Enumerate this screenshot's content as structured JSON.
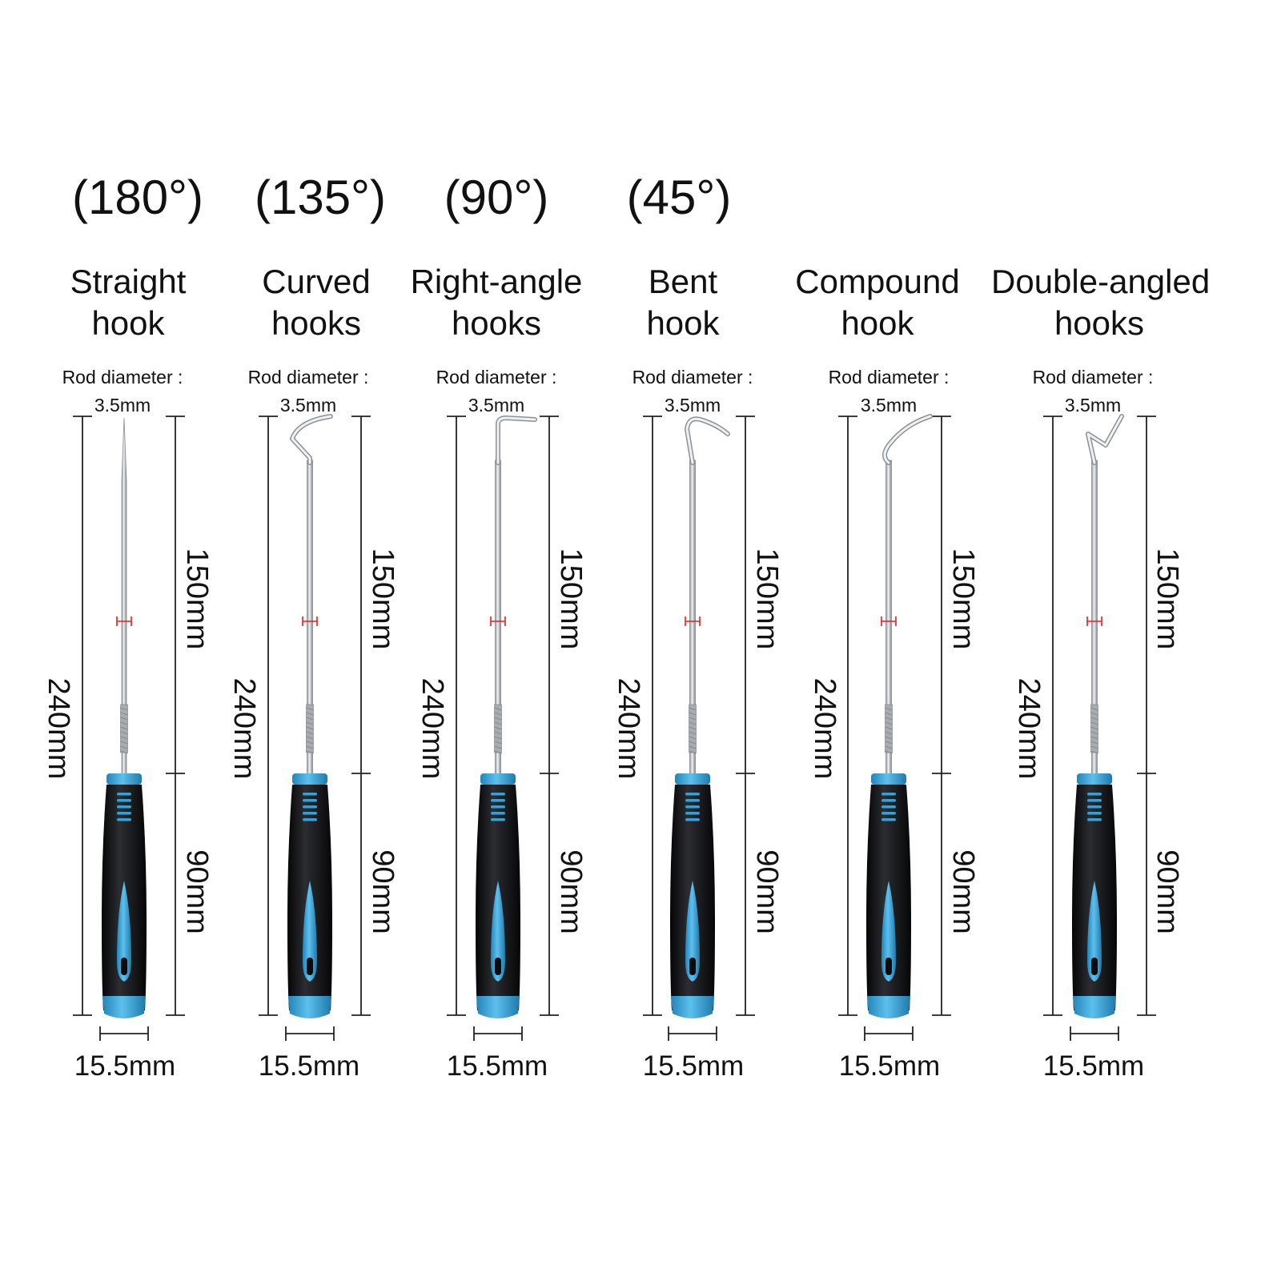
{
  "colors": {
    "text": "#111111",
    "handle_black": "#1b1c1e",
    "handle_accent": "#3aa0d3",
    "steel": "#c9ccd0",
    "dimension_line": "#222222",
    "diameter_marker": "#e02020"
  },
  "tools": [
    {
      "angle": "(180°)",
      "name_line1": "Straight",
      "name_line2": "hook",
      "rod_label": "Rod diameter :",
      "rod_value": "3.5mm",
      "total_length": "240mm",
      "rod_length": "150mm",
      "handle_length": "90mm",
      "handle_width": "15.5mm",
      "tip": "straight"
    },
    {
      "angle": "(135°)",
      "name_line1": "Curved",
      "name_line2": "hooks",
      "rod_label": "Rod diameter :",
      "rod_value": "3.5mm",
      "total_length": "240mm",
      "rod_length": "150mm",
      "handle_length": "90mm",
      "handle_width": "15.5mm",
      "tip": "curved"
    },
    {
      "angle": "(90°)",
      "name_line1": "Right-angle",
      "name_line2": "hooks",
      "rod_label": "Rod diameter :",
      "rod_value": "3.5mm",
      "total_length": "240mm",
      "rod_length": "150mm",
      "handle_length": "90mm",
      "handle_width": "15.5mm",
      "tip": "right-angle"
    },
    {
      "angle": "(45°)",
      "name_line1": "Bent",
      "name_line2": "hook",
      "rod_label": "Rod diameter :",
      "rod_value": "3.5mm",
      "total_length": "240mm",
      "rod_length": "150mm",
      "handle_length": "90mm",
      "handle_width": "15.5mm",
      "tip": "bent"
    },
    {
      "angle": "",
      "name_line1": "Compound",
      "name_line2": "hook",
      "rod_label": "Rod diameter :",
      "rod_value": "3.5mm",
      "total_length": "240mm",
      "rod_length": "150mm",
      "handle_length": "90mm",
      "handle_width": "15.5mm",
      "tip": "compound"
    },
    {
      "angle": "",
      "name_line1": "Double-angled",
      "name_line2": "hooks",
      "rod_label": "Rod diameter :",
      "rod_value": "3.5mm",
      "total_length": "240mm",
      "rod_length": "150mm",
      "handle_length": "90mm",
      "handle_width": "15.5mm",
      "tip": "double-angled"
    }
  ]
}
